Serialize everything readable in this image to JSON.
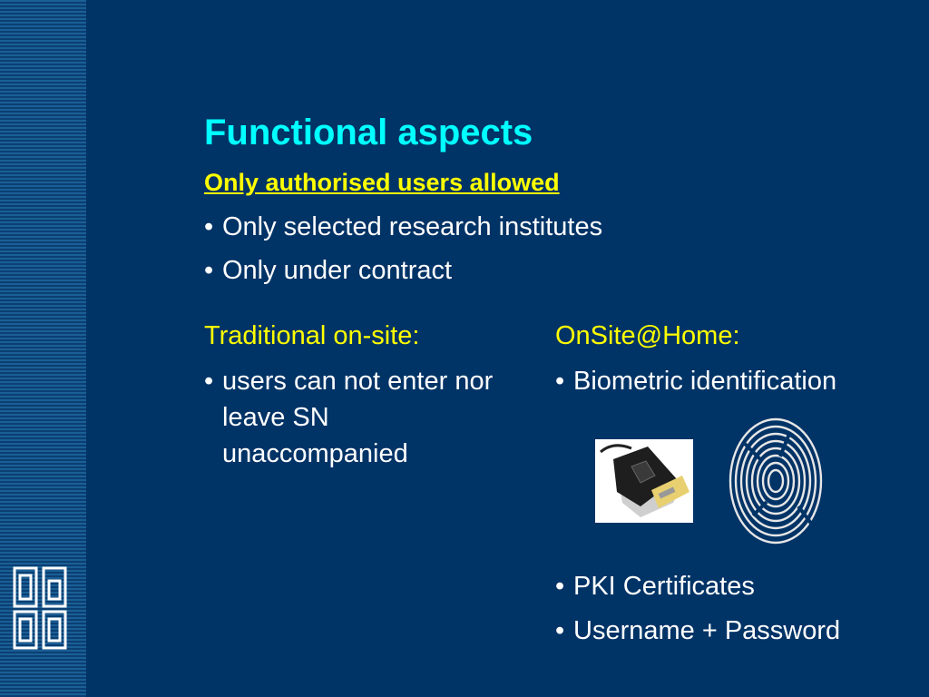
{
  "slide": {
    "title": "Functional aspects",
    "subtitle": "Only authorised users allowed",
    "bullets": [
      "Only selected research institutes",
      "Only under contract"
    ],
    "bullet_symbol": "•",
    "left_column": {
      "heading": "Traditional on-site:",
      "bullets": [
        "users can not enter nor leave SN unaccompanied"
      ]
    },
    "right_column": {
      "heading": "OnSite@Home:",
      "bullets": [
        "Biometric identification",
        "PKI Certificates",
        "Username + Password"
      ]
    }
  },
  "colors": {
    "background": "#003366",
    "title": "#00ffff",
    "accent": "#ffff00",
    "text": "#ffffff"
  },
  "icons": [
    "cbs-logo-icon",
    "fingerprint-reader-icon",
    "fingerprint-icon"
  ]
}
